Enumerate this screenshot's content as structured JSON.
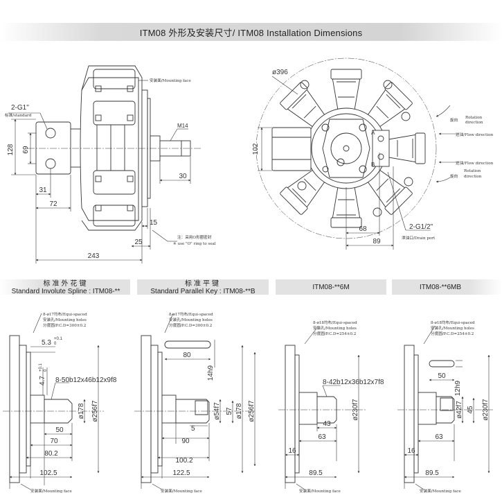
{
  "header": {
    "title": "ITM08 外形及安装尺寸/ ITM08 Installation Dimensions"
  },
  "top_left_view": {
    "port_note": "2-G1\"",
    "port_sub": "标准/standard",
    "mounting_face": "安装面/Mounting face",
    "thread": "M14",
    "seal_note_1": "注：采用O形圈密封",
    "seal_note_2": "※ use \"O\" ring to seal",
    "dims": {
      "d128": "128",
      "d69": "69",
      "d31": "31",
      "d72": "72",
      "d30": "30",
      "d15": "15",
      "d25": "25",
      "d243": "243"
    }
  },
  "top_right_view": {
    "dia": "ø396",
    "d102": "102",
    "d68": "68",
    "d89": "89",
    "drain": "2-G1/2\"",
    "drain_label": "泄油口/Drain port",
    "port_a": "A",
    "port_b": "B",
    "rot1_zh": "旋向",
    "rot1_en_1": "Rotation",
    "rot1_en_2": "direction",
    "flow1": "进油/Flow direction",
    "flow2": "进油/Flow direction",
    "rot2_zh": "旋向",
    "rot2_en_1": "Rotation",
    "rot2_en_2": "direction"
  },
  "sections": [
    {
      "zh": "标准外花键",
      "en": "Standard Involute Spline",
      "code": ": ITM08-**"
    },
    {
      "zh": "标准平键",
      "en": "Standard Parallel Key",
      "code": ": ITM08-**B"
    },
    {
      "code": "ITM08-**6M"
    },
    {
      "code": "ITM08-**6MB"
    }
  ],
  "shafts": [
    {
      "notes": [
        "8-ø17均布/Equi-spaced",
        "安装孔/Mounting holes",
        "分度圆/P.C.D=300±0.2"
      ],
      "spline": "8-50b12x46b12x9f8",
      "d1": "5.3",
      "tol1": "+0.1",
      "tol1b": "0",
      "d2": "4.7",
      "tol2": "+0.1",
      "tol2b": "0",
      "od1": "ø178",
      "od2": "ø256f7",
      "len": [
        "50",
        "70",
        "80.2",
        "102.5"
      ],
      "face": "安装面/Mounting face"
    },
    {
      "notes": [
        "8-ø17均布/Equi-spaced",
        "安装孔/Mounting holes",
        "分度圆/P.C.D=300±0.2"
      ],
      "key": "80",
      "kh": "14h9",
      "d54": "ø54f7",
      "d57": "57",
      "k5": "5",
      "od1": "ø178",
      "od2": "ø256f7",
      "len": [
        "90",
        "100.2",
        "122.5"
      ],
      "face": "安装面/Mounting face"
    },
    {
      "notes": [
        "8-ø18均布/Equi-spaced",
        "安装孔/Mounting holes",
        "分度圆/P.C.D=254±0.2"
      ],
      "spline": "8-42b12x36b12x7f8",
      "od": "ø230f7",
      "len": [
        "43",
        "63",
        "16",
        "89.5"
      ],
      "face": "安装面/Mounting face"
    },
    {
      "notes": [
        "8-ø18均布/Equi-spaced",
        "安装孔/Mounting holes",
        "分度圆/P.C.D=254±0.2"
      ],
      "key": "50",
      "kh": "12h9",
      "d42": "ø42f7",
      "d45": "45",
      "od": "ø230f7",
      "len": [
        "63",
        "16",
        "89.5"
      ],
      "face": "安装面/Mounting face"
    }
  ]
}
